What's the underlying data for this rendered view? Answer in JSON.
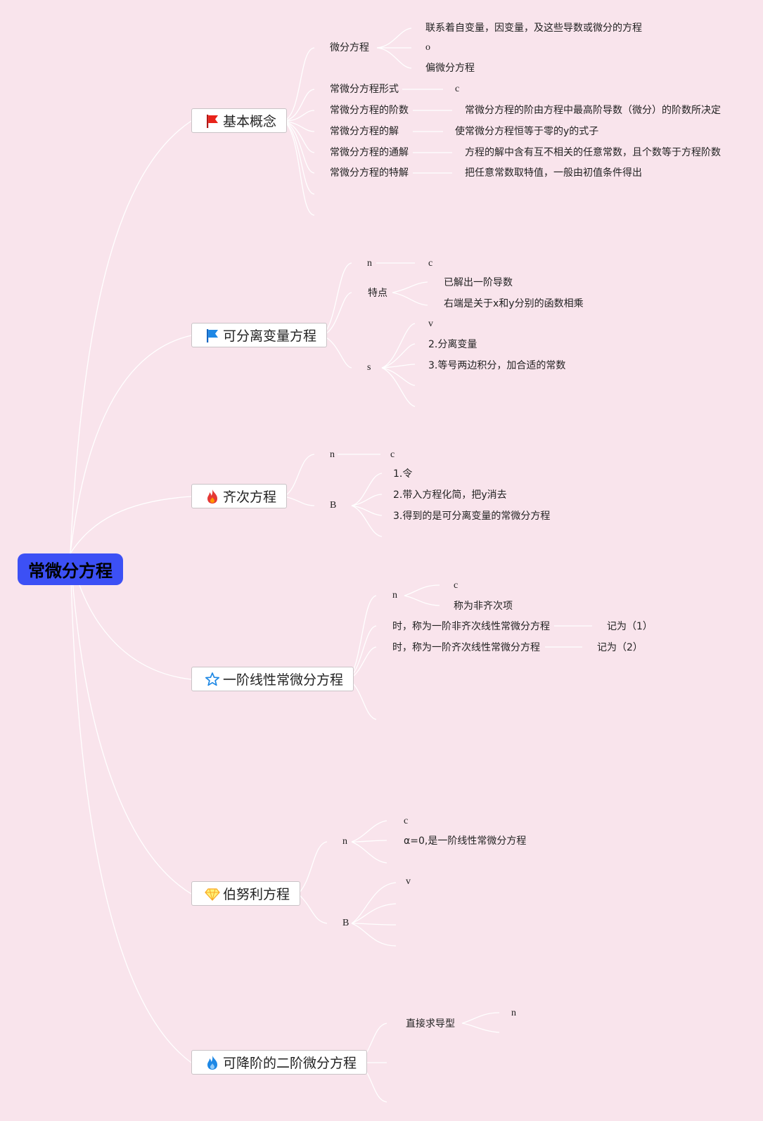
{
  "root": "常微分方程",
  "branches": [
    {
      "label": "基本概念",
      "icon": "red-flag-icon",
      "c": [
        "微分方程",
        "联系着自变量，因变量，及这些导数或微分的方程",
        "o",
        "偏微分方程",
        "常微分方程形式",
        "c",
        "常微分方程的阶数",
        "常微分方程的阶由方程中最高阶导数（微分）的阶数所决定",
        "常微分方程的解",
        "使常微分方程恒等于零的y的式子",
        "常微分方程的通解",
        "方程的解中含有互不相关的任意常数，且个数等于方程阶数",
        "常微分方程的特解",
        "把任意常数取特值，一般由初值条件得出"
      ]
    },
    {
      "label": "可分离变量方程",
      "icon": "blue-flag-icon",
      "c": [
        "n",
        "c",
        "特点",
        "已解出一阶导数",
        "右端是关于x和y分别的函数相乘",
        "s",
        "v",
        "2.分离变量",
        "3.等号两边积分，加合适的常数"
      ]
    },
    {
      "label": "齐次方程",
      "icon": "fire-icon",
      "c": [
        "n",
        "c",
        "B",
        "1.令",
        "2.带入方程化简，把y消去",
        "3.得到的是可分离变量的常微分方程"
      ]
    },
    {
      "label": "一阶线性常微分方程",
      "icon": "star-icon",
      "c": [
        "n",
        "c",
        "称为非齐次项",
        "时，称为一阶非齐次线性常微分方程",
        "记为（1）",
        "时，称为一阶齐次线性常微分方程",
        "记为（2）"
      ]
    },
    {
      "label": "伯努利方程",
      "icon": "diamond-icon",
      "c": [
        "n",
        "c",
        "α=0,是一阶线性常微分方程",
        "B",
        "v"
      ]
    },
    {
      "label": "可降阶的二阶微分方程",
      "icon": "flame-icon",
      "c": [
        "直接求导型",
        "n"
      ]
    }
  ]
}
